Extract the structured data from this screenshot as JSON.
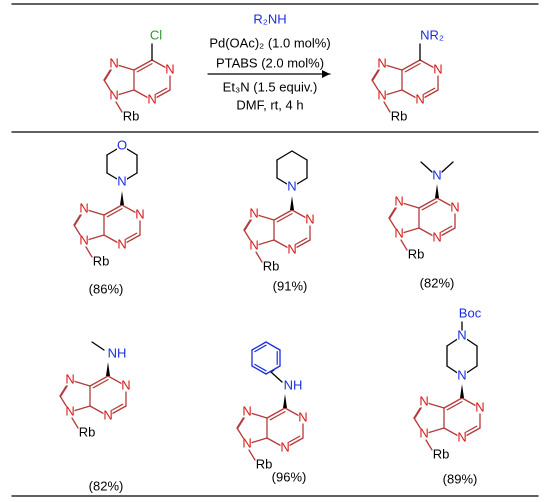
{
  "colors": {
    "ring": "#b33a3a",
    "ring_atom": "#d81818",
    "heteroatom": "#1a2ee0",
    "bond": "#000000",
    "divider": "#000000"
  },
  "reaction": {
    "starting_material": {
      "substituent": "Cl",
      "n9_label": "Rb"
    },
    "reagents": {
      "amine": "R₂NH",
      "catalyst": "Pd(OAc)₂ (1.0 mol%)",
      "ligand": "PTABS (2.0 mol%)",
      "base": "Et₃N (1.5 equiv.)",
      "solvent_conditions": "DMF, rt, 4 h"
    },
    "product": {
      "substituent": "NR₂",
      "n9_label": "Rb"
    }
  },
  "purine_atoms": {
    "n": "N"
  },
  "products": [
    {
      "id": "morpholine",
      "amine_label": "",
      "ring_o": "O",
      "ring_n": "N",
      "n9_label": "Rb",
      "yield": "(86%)"
    },
    {
      "id": "piperidine",
      "amine_label": "",
      "ring_n": "N",
      "n9_label": "Rb",
      "yield": "(91%)"
    },
    {
      "id": "dimethylamine",
      "amine_label": "N",
      "n9_label": "Rb",
      "yield": "(82%)"
    },
    {
      "id": "methylamine",
      "amine_label": "NH",
      "n9_label": "Rb",
      "yield": "(82%)"
    },
    {
      "id": "benzylamine",
      "amine_label": "NH",
      "n9_label": "Rb",
      "yield": "(96%)"
    },
    {
      "id": "boc-piperazine",
      "amine_label": "",
      "ring_n_top": "N",
      "ring_n_bottom": "N",
      "boc_label": "Boc",
      "n9_label": "Rb",
      "yield": "(89%)"
    }
  ]
}
